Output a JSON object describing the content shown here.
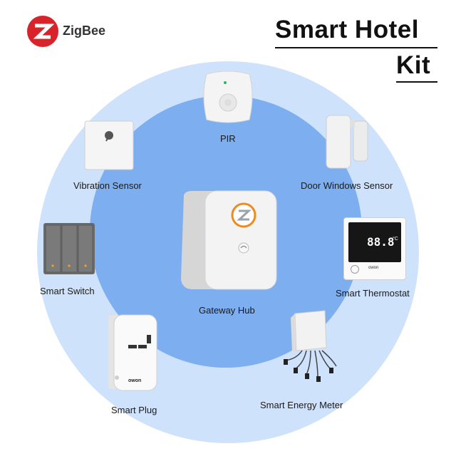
{
  "brand": {
    "logo_text": "ZigBee",
    "accent_color": "#d8232a"
  },
  "title": {
    "line1": "Smart Hotel",
    "line2": "Kit"
  },
  "colors": {
    "outer_circle": "#cfe2fb",
    "inner_circle": "#7daef0"
  },
  "devices": {
    "pir": {
      "label": "PIR",
      "icon": "pir-sensor-icon"
    },
    "door": {
      "label": "Door Windows Sensor",
      "icon": "door-window-sensor-icon"
    },
    "thermostat": {
      "label": "Smart Thermostat",
      "icon": "thermostat-icon",
      "display_main": "88.8",
      "display_unit": "°C",
      "brand": "owon"
    },
    "meter": {
      "label": "Smart Energy Meter",
      "icon": "energy-meter-icon"
    },
    "plug": {
      "label": "Smart Plug",
      "icon": "smart-plug-icon",
      "brand": "owon"
    },
    "switch": {
      "label": "Smart Switch",
      "icon": "smart-switch-icon"
    },
    "vibration": {
      "label": "Vibration Sensor",
      "icon": "vibration-sensor-icon"
    },
    "hub": {
      "label": "Gateway Hub",
      "icon": "gateway-hub-icon"
    }
  }
}
